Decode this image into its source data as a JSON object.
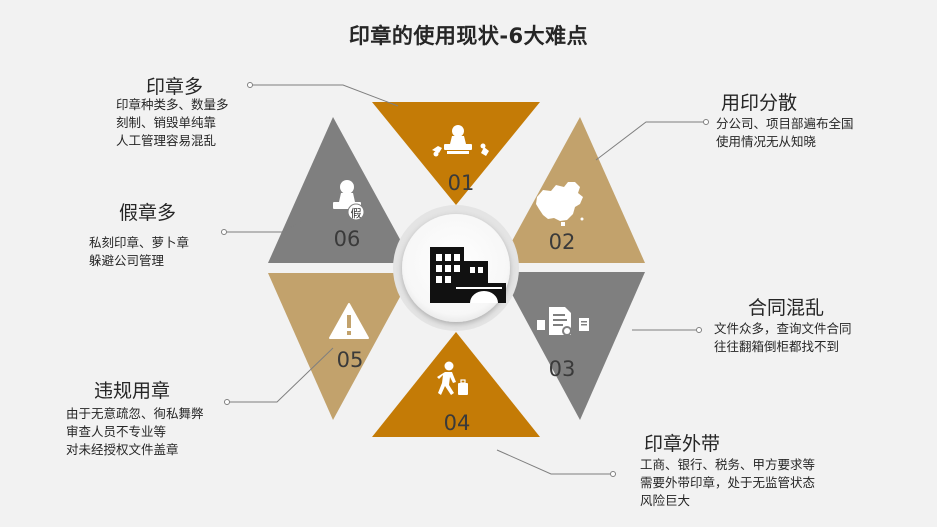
{
  "title": "印章的使用现状-6大难点",
  "colors": {
    "dark_gold": "#c47b06",
    "tan": "#c2a26c",
    "gray": "#7f7f7f",
    "line": "#7f7f7f",
    "background": "#f2f2f2"
  },
  "items": [
    {
      "num": "01",
      "label": "印章多",
      "lines": [
        "印章种类多、数量多",
        "刻制、销毁单纯靠",
        "人工管理容易混乱"
      ],
      "icon": "stamp-hands-icon"
    },
    {
      "num": "02",
      "label": "用印分散",
      "lines": [
        "分公司、项目部遍布全国",
        "使用情况无从知晓"
      ],
      "icon": "china-map-icon"
    },
    {
      "num": "03",
      "label": "合同混乱",
      "lines": [
        "文件众多，查询文件合同",
        "往往翻箱倒柜都找不到"
      ],
      "icon": "documents-icon"
    },
    {
      "num": "04",
      "label": "印章外带",
      "lines": [
        "工商、银行、税务、甲方要求等",
        "需要外带印章，处于无监管状态",
        "风险巨大"
      ],
      "icon": "walking-person-icon"
    },
    {
      "num": "05",
      "label": "违规用章",
      "lines": [
        "由于无意疏忽、徇私舞弊",
        "审查人员不专业等",
        "对未经授权文件盖章"
      ],
      "icon": "warning-icon"
    },
    {
      "num": "06",
      "label": "假章多",
      "lines": [
        "私刻印章、萝卜章",
        "躲避公司管理"
      ],
      "icon": "fake-stamp-icon"
    }
  ],
  "center_icon": "building-icon",
  "fake_char": "假"
}
